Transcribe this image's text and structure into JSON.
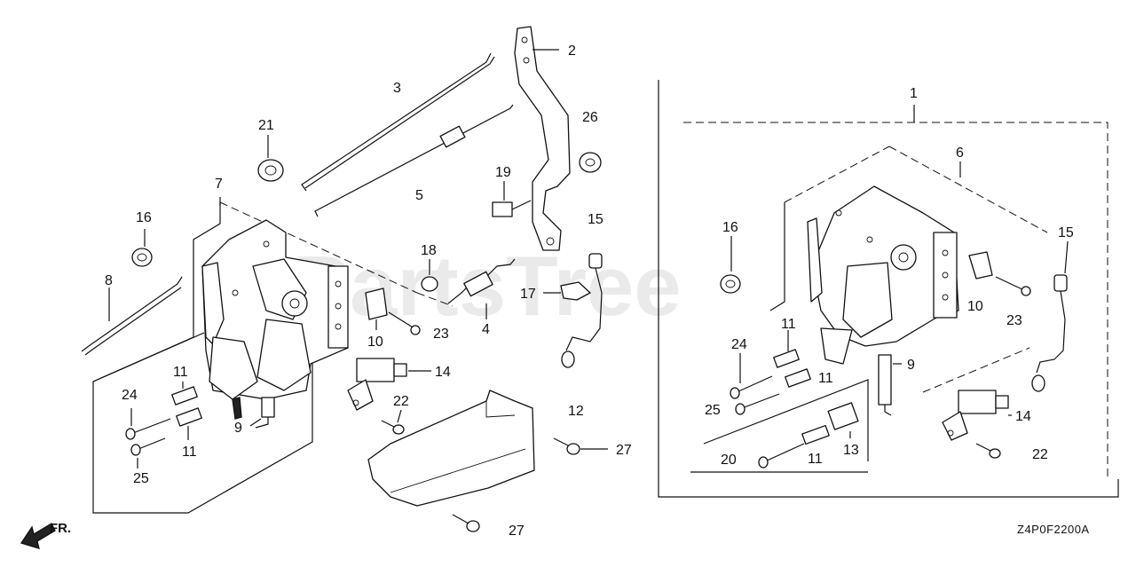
{
  "watermark": "PartsTree",
  "diagram_code": "Z4P0F2200A",
  "direction_label": "FR.",
  "callouts": {
    "c1": "1",
    "c2": "2",
    "c3": "3",
    "c4": "4",
    "c5": "5",
    "c6": "6",
    "c7": "7",
    "c8": "8",
    "c9a": "9",
    "c9b": "9",
    "c10a": "10",
    "c10b": "10",
    "c11a": "11",
    "c11b": "11",
    "c11c": "11",
    "c11d": "11",
    "c11e": "11",
    "c12": "12",
    "c13": "13",
    "c14a": "14",
    "c14b": "14",
    "c15a": "15",
    "c15b": "15",
    "c16a": "16",
    "c16b": "16",
    "c17": "17",
    "c18": "18",
    "c19": "19",
    "c20": "20",
    "c21": "21",
    "c22a": "22",
    "c22b": "22",
    "c23a": "23",
    "c23b": "23",
    "c24a": "24",
    "c24b": "24",
    "c25a": "25",
    "c25b": "25",
    "c26": "26",
    "c27a": "27",
    "c27b": "27"
  }
}
